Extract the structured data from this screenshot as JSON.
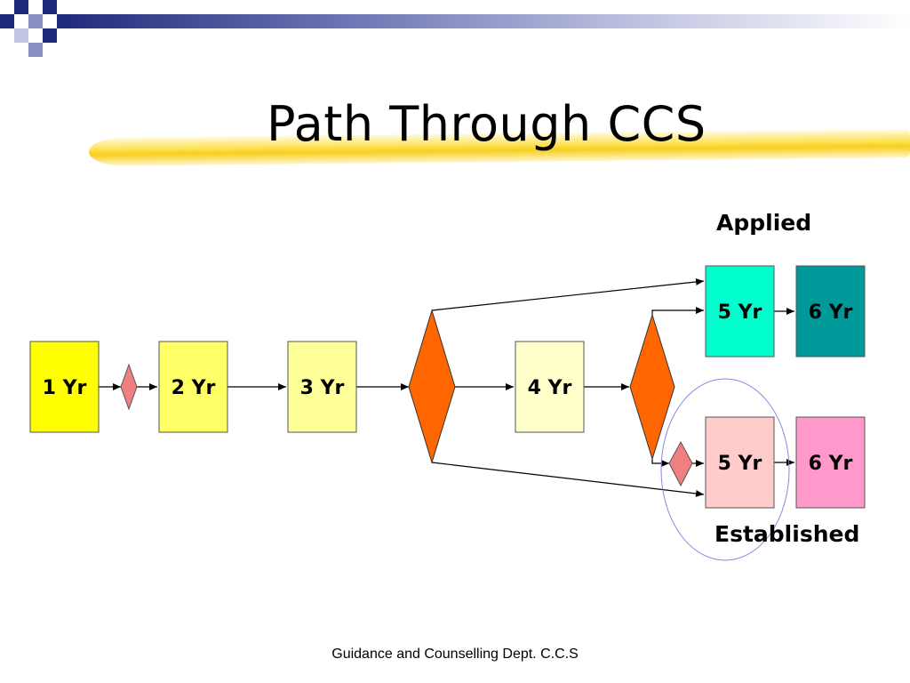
{
  "title": "Path Through CCS",
  "labels": {
    "applied": "Applied",
    "established": "Established"
  },
  "boxes": {
    "y1": "1 Yr",
    "y2": "2 Yr",
    "y3": "3 Yr",
    "y4": "4 Yr",
    "applied_y5": "5 Yr",
    "applied_y6": "6 Yr",
    "established_y5": "5 Yr",
    "established_y6": "6 Yr"
  },
  "footer": "Guidance and Counselling Dept. C.C.S",
  "colors": {
    "y1": "#ffff00",
    "y2": "#ffff66",
    "y3": "#ffff99",
    "y4": "#ffffcc",
    "applied_y5": "#00ffcc",
    "applied_y6": "#009999",
    "established_y5": "#ffcccc",
    "established_y6": "#ff99cc",
    "decision_large": "#ff6600",
    "decision_small": "#f08080",
    "header_bar": "#1e2a7a",
    "title_highlight": "#f7cf1e",
    "circle": "#8888dd"
  }
}
